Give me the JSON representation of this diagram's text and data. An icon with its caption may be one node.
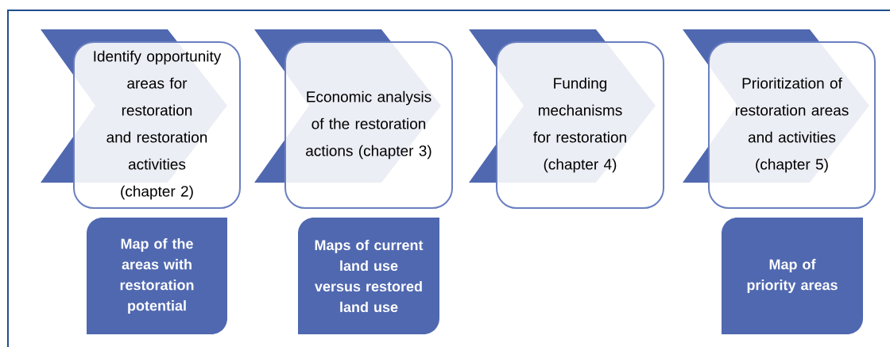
{
  "diagram": {
    "nodes": [
      {
        "text": [
          "Identify opportunity areas for restoration and restoration activities (chapter 2)"
        ]
      },
      {
        "text": [
          "Economic analysis of the restoration actions (chapter 3)"
        ]
      },
      {
        "text": [
          "Funding mechanisms for restoration (chapter 4)"
        ]
      },
      {
        "text": [
          "Prioritization of restoration areas and activities (chapter 5)"
        ]
      },
      {
        "text": [
          "Map of the areas with restoration potential"
        ]
      },
      {
        "text": [
          "Maps of current land use versus restored land use"
        ]
      },
      {
        "text": [
          "Map of priority areas"
        ]
      }
    ]
  }
}
